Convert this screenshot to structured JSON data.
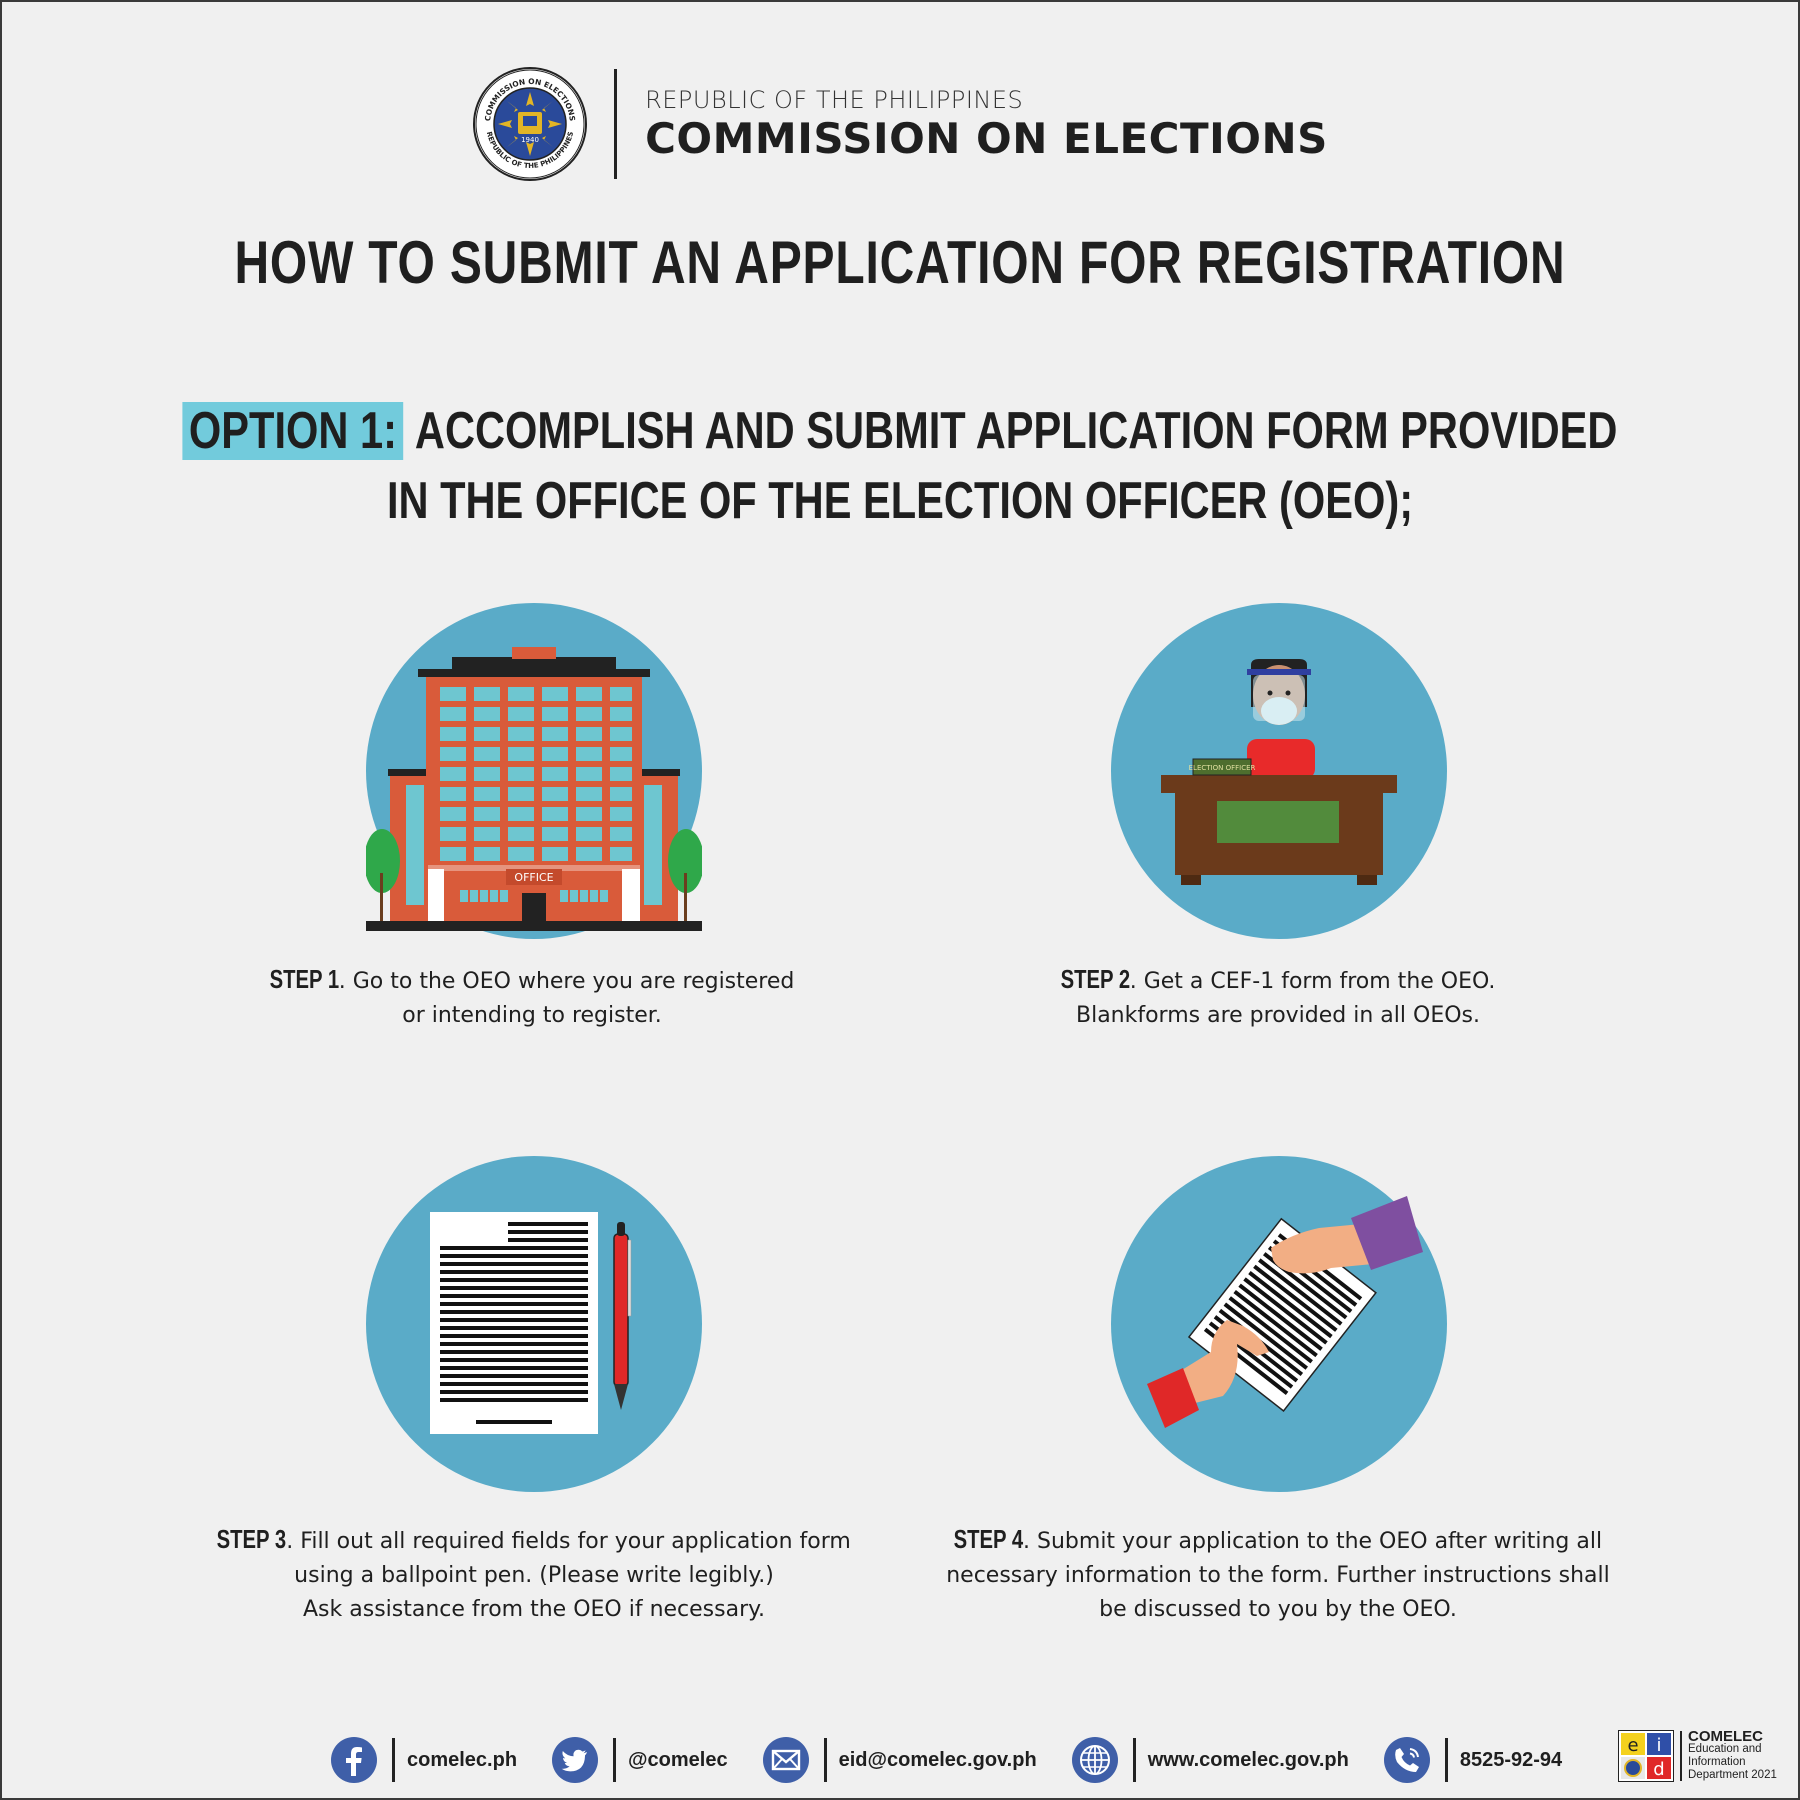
{
  "header": {
    "subtitle": "REPUBLIC OF THE PHILIPPINES",
    "title": "COMMISSION ON ELECTIONS",
    "seal_ring_top": "COMMISSION ON ELECTIONS",
    "seal_ring_bottom": "REPUBLIC OF THE PHILIPPINES",
    "seal_year": "1940"
  },
  "title": "HOW TO SUBMIT AN APPLICATION FOR REGISTRATION",
  "option": {
    "tag": "OPTION 1:",
    "line1": "ACCOMPLISH AND SUBMIT APPLICATION FORM PROVIDED",
    "line2": "IN THE OFFICE OF THE ELECTION OFFICER (OEO);"
  },
  "steps": [
    {
      "label": "STEP 1",
      "lines": [
        "Go to the OEO where you are registered",
        "or intending to register."
      ],
      "icon": "office-building-icon",
      "sign": "OFFICE"
    },
    {
      "label": "STEP 2",
      "lines": [
        "Get a CEF-1 form from the OEO.",
        "Blankforms are provided in all OEOs."
      ],
      "icon": "election-officer-desk-icon",
      "sign": "ELECTION OFFICER"
    },
    {
      "label": "STEP 3",
      "lines": [
        "Fill out all required fields for your application form",
        "using a ballpoint pen. (Please write legibly.)",
        "Ask assistance from the OEO if necessary."
      ],
      "icon": "form-and-pen-icon"
    },
    {
      "label": "STEP 4",
      "lines": [
        "Submit your application to the OEO after writing all",
        "necessary information to the form. Further instructions shall",
        "be discussed to you by the OEO."
      ],
      "icon": "handing-form-icon"
    }
  ],
  "footer": {
    "facebook": "comelec.ph",
    "twitter": "@comelec",
    "email": "eid@comelec.gov.ph",
    "website": "www.comelec.gov.ph",
    "phone": "8525-92-94"
  },
  "eid": {
    "title": "COMELEC",
    "line1": "Education and",
    "line2": "Information",
    "line3": "Department 2021",
    "letters": [
      "e",
      "i",
      "d"
    ]
  },
  "colors": {
    "background": "#f0f0f0",
    "circle": "#5aabc8",
    "option_highlight": "#72cbdc",
    "footer_icon": "#3f5fa8"
  }
}
